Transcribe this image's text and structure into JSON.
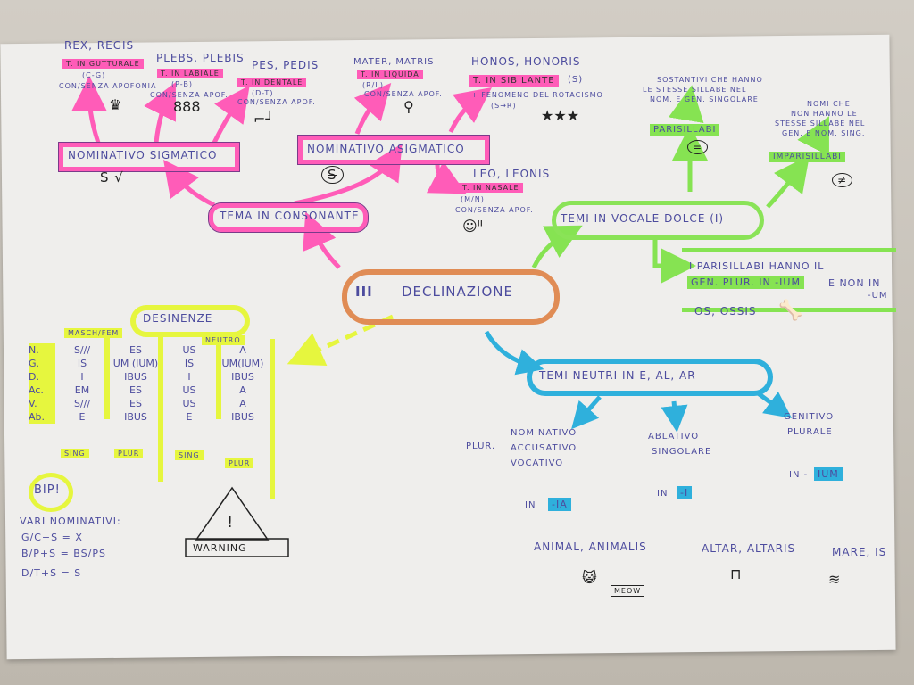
{
  "center": {
    "numeral": "III",
    "title": "Declinazione"
  },
  "consonant": {
    "title": "Tema in consonante",
    "sigmatic": {
      "title": "Nominativo sigmatico",
      "symbol": "S √",
      "items": [
        {
          "word": "Rex, Regis",
          "tag": "T. in gutturale",
          "note": "(C-G)",
          "note2": "con/senza apofonia",
          "icon": "crown-icon"
        },
        {
          "word": "Plebs, Plebis",
          "tag": "T. in labiale",
          "note": "(P-B)",
          "note2": "con/senza apof.",
          "icon": "people-icon"
        },
        {
          "word": "Pes, Pedis",
          "tag": "T. in dentale",
          "note": "(D-T)",
          "note2": "con/senza apof.",
          "icon": "foot-icon"
        }
      ]
    },
    "asigmatic": {
      "title": "Nominativo asigmatico",
      "symbol": "S",
      "items": [
        {
          "word": "Mater, Matris",
          "tag": "T. in liquida",
          "note": "(R/L)",
          "note2": "con/senza apof.",
          "icon": "woman-icon"
        },
        {
          "word": "Honos, Honoris",
          "tag": "T. in sibilante",
          "note": "(S)",
          "note2": "+ fenomeno del rotacismo",
          "note3": "(S→R)",
          "icon": "stars-icon"
        },
        {
          "word": "Leo, Leonis",
          "tag": "T. in nasale",
          "note": "(M/N)",
          "note2": "con/senza apof.",
          "icon": "lion-icon"
        }
      ]
    }
  },
  "vowel": {
    "title": "Temi in vocale dolce (i)",
    "parisillabi": {
      "label": "Parisillabi",
      "symbol": "=",
      "desc": [
        "Sostantivi che hanno",
        "le stesse sillabe nel",
        "nom. e gen. singolare"
      ]
    },
    "imparisillabi": {
      "label": "Imparisillabi",
      "symbol": "≠",
      "desc": [
        "Nomi che",
        "non hanno le",
        "stesse sillabe nel",
        "gen. e nom. sing."
      ]
    },
    "note": {
      "line1": "I parisillabi hanno il",
      "line2": "gen. plur. in -ium",
      "line3": "e non in",
      "line4": "-um"
    },
    "example": "Os, ossis"
  },
  "neutral": {
    "title": "Temi neutri in E, AL, AR",
    "branches": [
      {
        "prefix": "Plur.",
        "lines": [
          "Nominativo",
          "Accusativo",
          "Vocativo"
        ],
        "in": "in",
        "ending": "-IA"
      },
      {
        "lines": [
          "Ablativo",
          "singolare"
        ],
        "in": "in",
        "ending": "-I"
      },
      {
        "lines": [
          "Genitivo",
          "plurale"
        ],
        "in": "in -",
        "ending": "IUM"
      }
    ],
    "examples": [
      "Animal, animalis",
      "Altar, altaris",
      "Mare, is"
    ],
    "meow": "Meow"
  },
  "desinenze": {
    "title": "Desinenze",
    "group1": "Masch/Fem",
    "group2": "Neutro",
    "cases": [
      "N.",
      "G.",
      "D.",
      "Ac.",
      "V.",
      "Ab."
    ],
    "cols": [
      [
        "S/∕∕",
        "IS",
        "I",
        "EM",
        "S/∕∕",
        "E"
      ],
      [
        "ES",
        "UM (IUM)",
        "IBUS",
        "ES",
        "ES",
        "IBUS"
      ],
      [
        "US",
        "IS",
        "I",
        "US",
        "US",
        "E"
      ],
      [
        "A",
        "UM(IUM)",
        "IBUS",
        "A",
        "A",
        "IBUS"
      ]
    ],
    "col_labels": [
      "Sing",
      "Plur",
      "Sing",
      "Plur"
    ]
  },
  "bip": {
    "title": "BIP!",
    "heading": "Vari nominativi:",
    "rules": [
      "G/C+S = X",
      "B/P+S = BS/PS",
      "D/T+S = S"
    ]
  },
  "warning": "Warning",
  "colors": {
    "pink": "#ff5cb8",
    "green": "#86e352",
    "blue": "#2fb0dc",
    "yellow": "#e6f63e",
    "orange": "#e08c55",
    "ink": "#4d4c9e"
  }
}
